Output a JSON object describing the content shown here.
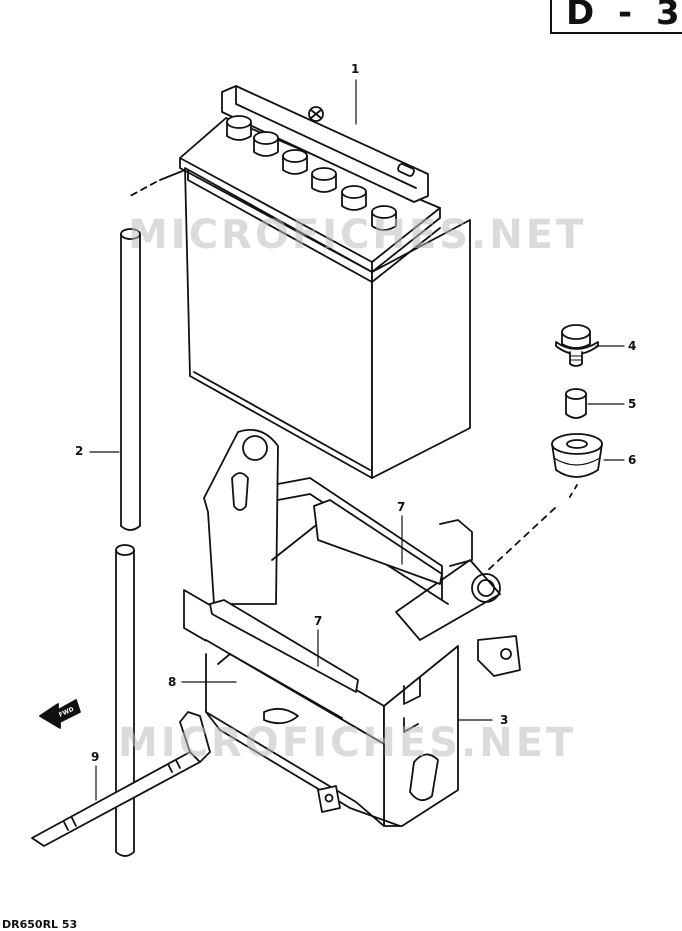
{
  "page_ref": "D - 3",
  "callouts": {
    "p1": "1",
    "p2": "2",
    "p3": "3",
    "p4": "4",
    "p5": "5",
    "p6": "6",
    "p7a": "7",
    "p7b": "7",
    "p8": "8",
    "p9": "9"
  },
  "watermark": "MICROFICHES.NET",
  "fwd_marker": "FWD",
  "model_code": "DR650RL  53"
}
